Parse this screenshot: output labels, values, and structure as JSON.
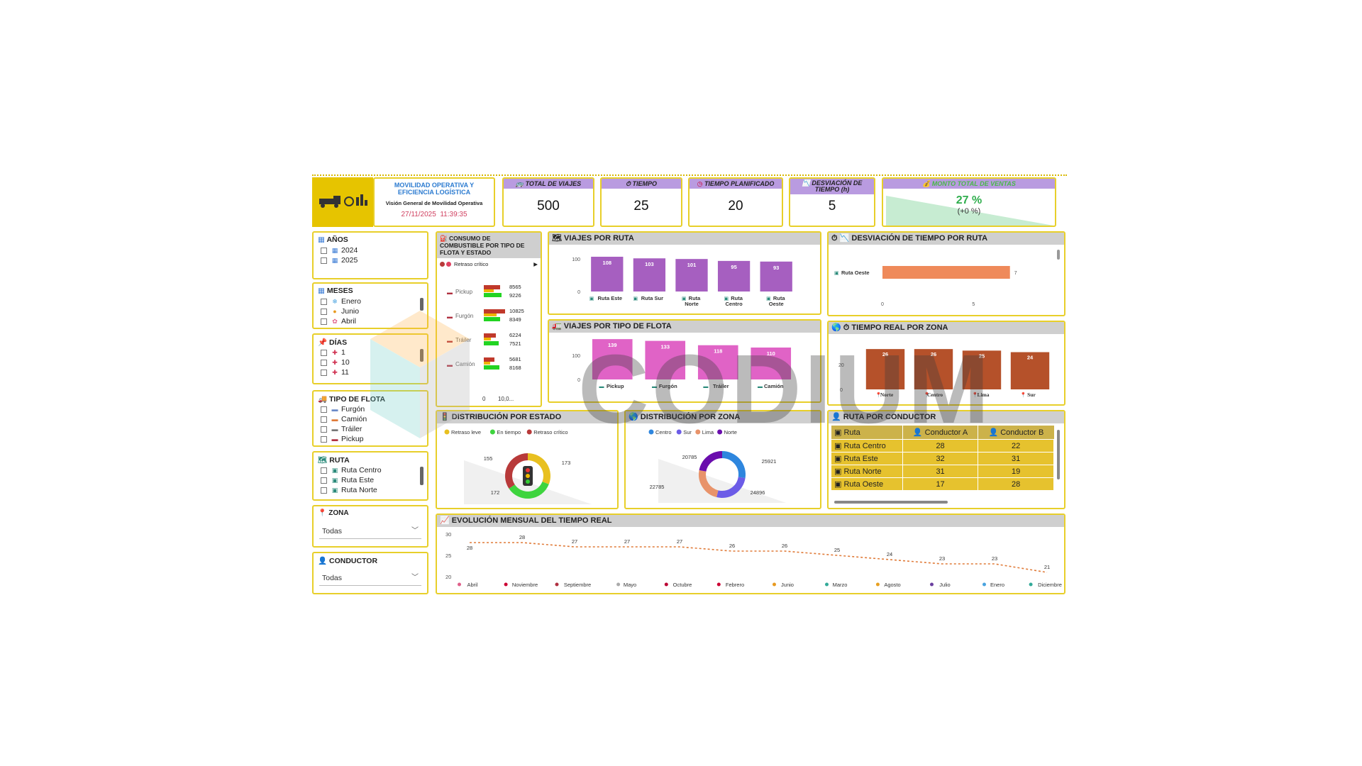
{
  "header": {
    "title_line1": "MOVILIDAD OPERATIVA Y",
    "title_line2": "EFICIENCIA LOGÍSTICA",
    "subtitle": "Visión General de Movilidad Operativa",
    "date": "27/11/2025",
    "time": "11:39:35"
  },
  "kpis": {
    "total_viajes": {
      "label": "TOTAL DE VIAJES",
      "value": "500"
    },
    "tiempo": {
      "label": "TIEMPO",
      "value": "25"
    },
    "tiempo_planificado": {
      "label": "TIEMPO PLANIFICADO",
      "value": "20"
    },
    "desviacion": {
      "label1": "DESVIACIÓN DE",
      "label2": "TIEMPO (h)",
      "value": "5"
    },
    "monto": {
      "label": "MONTO TOTAL DE VENTAS",
      "value": "27 %",
      "delta": "(+0 %)"
    }
  },
  "slicers": {
    "anios": {
      "title": "AÑOS",
      "items": [
        "2024",
        "2025"
      ]
    },
    "meses": {
      "title": "MESES",
      "items": [
        "Enero",
        "Junio",
        "Abril"
      ]
    },
    "dias": {
      "title": "DÍAS",
      "items": [
        "1",
        "10",
        "11"
      ]
    },
    "tipo_flota": {
      "title": "TIPO DE FLOTA",
      "items": [
        "Furgón",
        "Camión",
        "Tráiler",
        "Pickup"
      ]
    },
    "ruta": {
      "title": "RUTA",
      "items": [
        "Ruta Centro",
        "Ruta Este",
        "Ruta Norte"
      ]
    },
    "zona": {
      "title": "ZONA",
      "value": "Todas"
    },
    "conductor": {
      "title": "CONDUCTOR",
      "value": "Todas"
    }
  },
  "consumo": {
    "title1": "CONSUMO DE",
    "title2": "COMBUSTIBLE POR TIPO DE",
    "title3": "FLOTA Y ESTADO",
    "legend": "Retraso crítico",
    "axis": [
      "0",
      "10,0..."
    ],
    "rows": [
      {
        "name": "Pickup",
        "a": "8565",
        "b": "9226",
        "va": 8565,
        "vb": 9226
      },
      {
        "name": "Furgón",
        "a": "10825",
        "b": "8349",
        "va": 10825,
        "vb": 8349
      },
      {
        "name": "Tráiler",
        "a": "6224",
        "b": "7521",
        "va": 6224,
        "vb": 7521
      },
      {
        "name": "Camión",
        "a": "5681",
        "b": "8168",
        "va": 5681,
        "vb": 8168
      }
    ],
    "colors": {
      "a": "#c0392b",
      "b": "#22d422",
      "mid": "#f0b400"
    }
  },
  "chart_data": [
    {
      "id": "viajes_por_ruta",
      "type": "bar",
      "title": "VIAJES POR RUTA",
      "categories": [
        "Ruta Este",
        "Ruta Sur",
        "Ruta Norte",
        "Ruta Centro",
        "Ruta Oeste"
      ],
      "values": [
        108,
        103,
        101,
        95,
        93
      ],
      "ylim": [
        0,
        100
      ],
      "yticks": [
        "0",
        "100"
      ],
      "color": "#a65fc0"
    },
    {
      "id": "viajes_por_tipo",
      "type": "bar",
      "title": "VIAJES POR TIPO DE FLOTA",
      "categories": [
        "Pickup",
        "Furgón",
        "Tráiler",
        "Camión"
      ],
      "values": [
        139,
        133,
        118,
        110
      ],
      "ylim": [
        0,
        100
      ],
      "yticks": [
        "0",
        "100"
      ],
      "color": "#e063c6"
    },
    {
      "id": "desviacion_por_ruta",
      "type": "bar",
      "title": "DESVIACIÓN DE TIEMPO POR RUTA",
      "categories": [
        "Ruta Oeste"
      ],
      "values": [
        7
      ],
      "xticks": [
        "0",
        "5"
      ],
      "color": "#ef8a5a"
    },
    {
      "id": "tiempo_real_zona",
      "type": "bar",
      "title": "TIEMPO REAL POR ZONA",
      "categories": [
        "Norte",
        "Centro",
        "Lima",
        "Sur"
      ],
      "values": [
        26,
        26,
        25,
        24
      ],
      "yticks": [
        "0",
        "20"
      ],
      "color": "#b5512a"
    },
    {
      "id": "distribucion_estado",
      "type": "pie",
      "title": "DISTRIBUCIÓN POR ESTADO",
      "legend": [
        "Retraso leve",
        "En tiempo",
        "Retraso crítico"
      ],
      "labels": [
        "155",
        "173",
        "172"
      ],
      "values": [
        155,
        173,
        172
      ],
      "colors": [
        "#e8c020",
        "#3ed43e",
        "#b83a3a"
      ]
    },
    {
      "id": "distribucion_zona",
      "type": "pie",
      "title": "DISTRIBUCIÓN POR ZONA",
      "legend": [
        "Centro",
        "Sur",
        "Lima",
        "Norte"
      ],
      "labels": [
        "25921",
        "24896",
        "22785",
        "20785"
      ],
      "values": [
        25921,
        24896,
        22785,
        20785
      ],
      "colors": [
        "#2e86de",
        "#6c5ce7",
        "#e8936a",
        "#6a0dad"
      ]
    },
    {
      "id": "evolucion_mensual",
      "type": "line",
      "title": "EVOLUCIÓN MENSUAL DEL TIEMPO REAL",
      "categories": [
        "Abril",
        "Noviembre",
        "Septiembre",
        "Mayo",
        "Octubre",
        "Febrero",
        "Junio",
        "Marzo",
        "Agosto",
        "Julio",
        "Enero",
        "Diciembre"
      ],
      "values": [
        28,
        28,
        27,
        27,
        27,
        26,
        26,
        25,
        24,
        23,
        23,
        21
      ],
      "ylim": [
        20,
        30
      ],
      "yticks": [
        "20",
        "25",
        "30"
      ],
      "color": "#e07b39"
    }
  ],
  "ruta_conductor": {
    "title": "RUTA POR CONDUCTOR",
    "headers": [
      "Ruta",
      "Conductor A",
      "Conductor B"
    ],
    "rows": [
      [
        "Ruta Centro",
        "28",
        "22"
      ],
      [
        "Ruta Este",
        "32",
        "31"
      ],
      [
        "Ruta Norte",
        "31",
        "19"
      ],
      [
        "Ruta Oeste",
        "17",
        "28"
      ]
    ]
  },
  "watermark": "CODIUM"
}
